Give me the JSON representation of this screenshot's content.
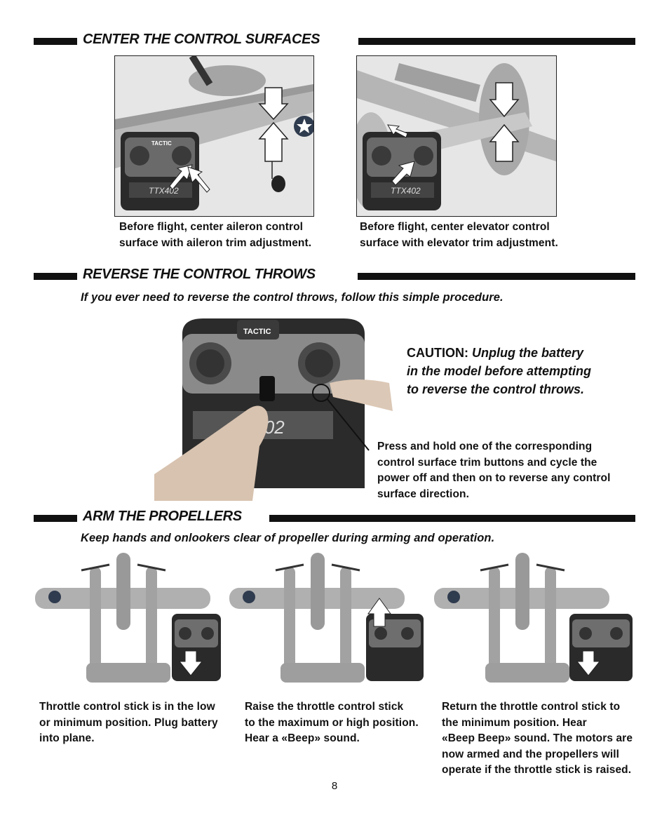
{
  "sections": {
    "center": {
      "title": "CENTER THE CONTROL SURFACES",
      "left_caption": [
        "Before flight, center aileron control",
        "surface with aileron trim adjustment."
      ],
      "right_caption": [
        "Before flight, center elevator control",
        "surface with elevator trim adjustment."
      ]
    },
    "reverse": {
      "title": "REVERSE  THE CONTROL THROWS",
      "subtitle": "If you ever need to reverse the control throws, follow this simple procedure.",
      "caution_label": "CAUTION:",
      "caution_text": [
        "Unplug the battery",
        "in the model before attempting",
        "to reverse the control throws."
      ],
      "press_caption": [
        "Press and hold one of the corresponding",
        "control surface trim buttons and cycle the",
        "power off and then on to reverse any control",
        "surface direction."
      ]
    },
    "arm": {
      "title": "ARM THE PROPELLERS",
      "subtitle": "Keep hands and onlookers clear of propeller during arming and operation.",
      "step1": [
        "Throttle control stick is in the low",
        "or minimum position. Plug battery",
        "into plane."
      ],
      "step2": [
        "Raise the throttle control stick",
        "to the maximum or high position.",
        "Hear a «Beep» sound."
      ],
      "step3": [
        "Return the throttle control stick to",
        "the minimum position. Hear",
        "«Beep Beep» sound. The motors are",
        "now armed and the propellers will",
        "operate if the throttle stick is raised."
      ]
    }
  },
  "transmitter": {
    "brand": "TACTIC",
    "model": "TTX402"
  },
  "page_number": "8"
}
